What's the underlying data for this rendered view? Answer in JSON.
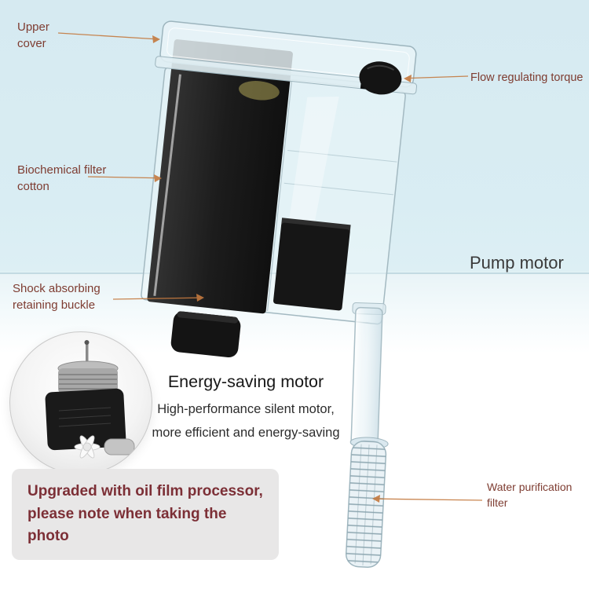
{
  "callouts": {
    "upper_cover": "Upper\ncover",
    "flow_regulating": "Flow regulating torque",
    "biochemical": "Biochemical filter\ncotton",
    "shock_absorbing": "Shock absorbing\nretaining buckle",
    "pump_motor": "Pump motor",
    "water_purification": "Water purification\nfilter"
  },
  "energy": {
    "title": "Energy-saving motor",
    "line1": "High-performance silent motor,",
    "line2": "more efficient and energy-saving"
  },
  "notice": {
    "text": "Upgraded with oil film processor,\nplease note when taking the\nphoto"
  },
  "colors": {
    "background_top": "#d8ecf2",
    "background_bottom": "#ffffff",
    "callout_text": "#7e3c31",
    "callout_line": "#c4793f",
    "pump_label_text": "#3a3a3a",
    "notice_text": "#7c2f36",
    "notice_background": "#e8e7e7",
    "dark_parts": "#161616"
  }
}
